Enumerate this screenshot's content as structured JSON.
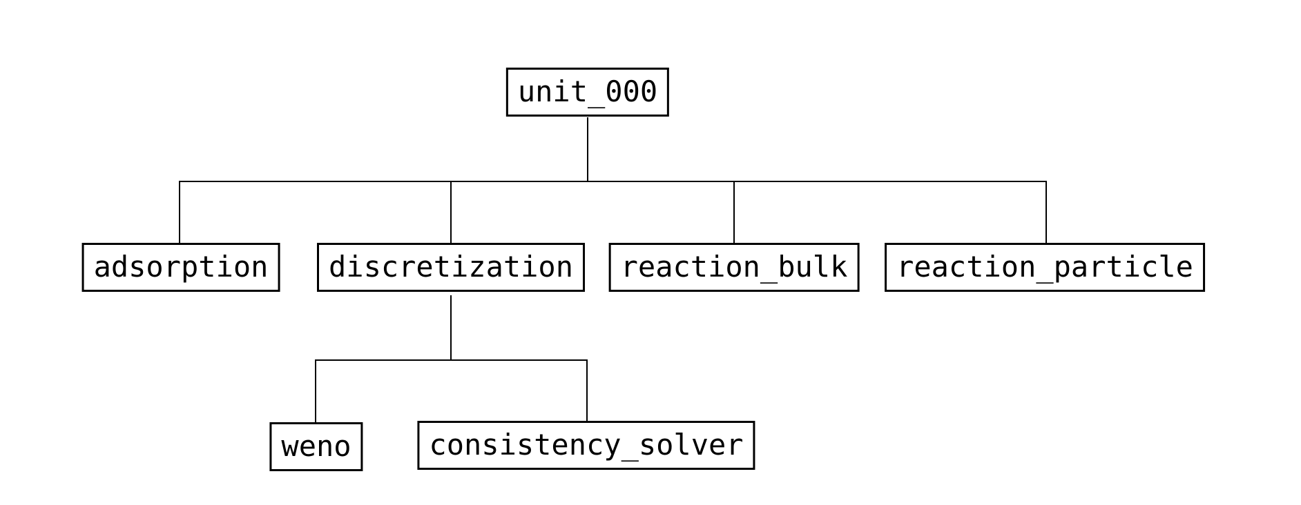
{
  "diagram": {
    "type": "tree",
    "background_color": "#ffffff",
    "box_border_color": "#000000",
    "connector_color": "#000000",
    "text_color": "#000000",
    "tree": {
      "root": {
        "label": "unit_000",
        "children": [
          {
            "label": "adsorption",
            "children": []
          },
          {
            "label": "discretization",
            "children": [
              {
                "label": "weno",
                "children": []
              },
              {
                "label": "consistency_solver",
                "children": []
              }
            ]
          },
          {
            "label": "reaction_bulk",
            "children": []
          },
          {
            "label": "reaction_particle",
            "children": []
          }
        ]
      }
    }
  }
}
